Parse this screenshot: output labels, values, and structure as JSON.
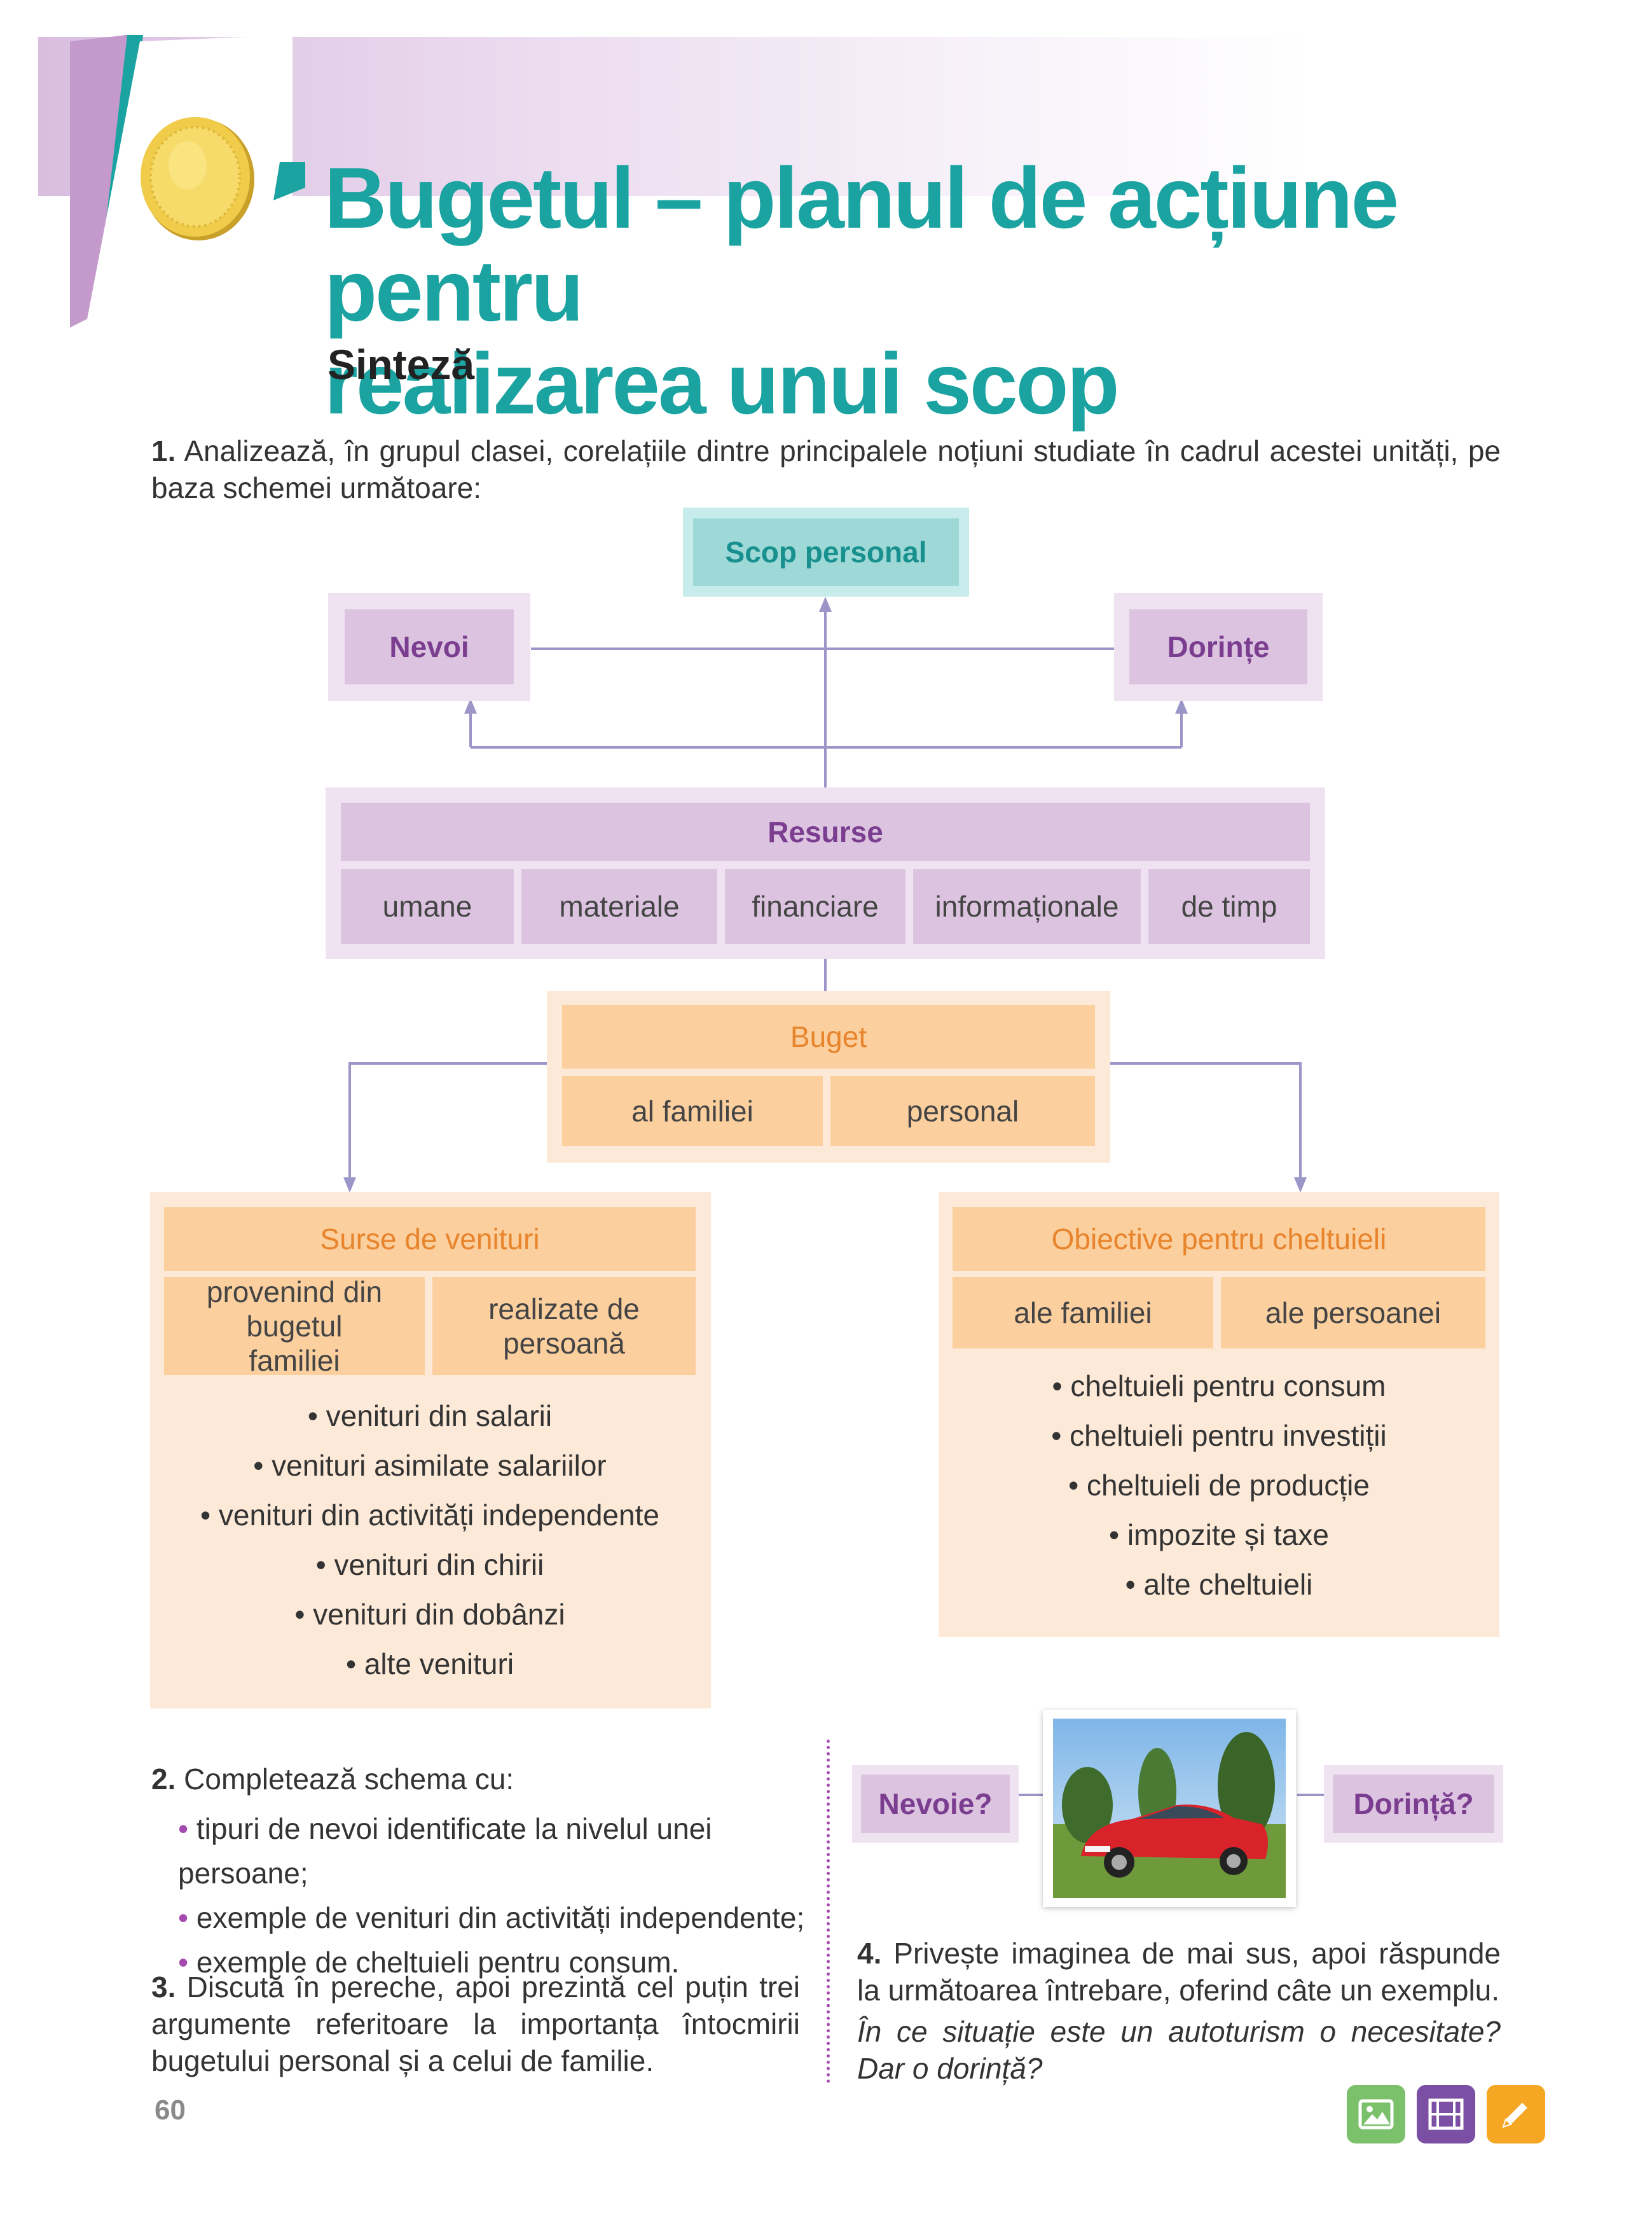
{
  "header": {
    "title_line1": "Bugetul – planul de acțiune pentru",
    "title_line2": "realizarea unui scop",
    "subtitle": "Sinteză"
  },
  "exercise1": {
    "number": "1.",
    "text": " Analizează, în grupul clasei, corelațiile dintre principalele noțiuni studiate în cadrul acestei unități, pe baza schemei următoare:"
  },
  "diagram": {
    "scop": "Scop personal",
    "nevoi": "Nevoi",
    "dorinte": "Dorințe",
    "resurse": {
      "title": "Resurse",
      "items": [
        "umane",
        "materiale",
        "financiare",
        "informaționale",
        "de timp"
      ]
    },
    "buget": {
      "title": "Buget",
      "items": [
        "al familiei",
        "personal"
      ]
    },
    "surse": {
      "title": "Surse de venituri",
      "col1": "provenind din bugetul familiei",
      "col2": "realizate de persoană",
      "list": [
        "• venituri din salarii",
        "• venituri asimilate salariilor",
        "• venituri din activități independente",
        "• venituri din chirii",
        "• venituri din dobânzi",
        "• alte venituri"
      ]
    },
    "obiective": {
      "title": "Obiective pentru cheltuieli",
      "col1": "ale familiei",
      "col2": "ale persoanei",
      "list": [
        "• cheltuieli pentru consum",
        "• cheltuieli pentru investiții",
        "• cheltuieli de producție",
        "• impozite și taxe",
        "• alte cheltuieli"
      ]
    }
  },
  "exercise2": {
    "number": "2.",
    "text": " Completează schema cu:",
    "items": [
      "tipuri de nevoi identificate la nivelul unei persoane;",
      "exemple de venituri din activități independente;",
      "exemple de cheltuieli pentru consum."
    ]
  },
  "exercise3": {
    "number": "3.",
    "text": " Discută în pereche, apoi prezintă cel puțin trei argumente referitoare la importanța întocmirii bugetului personal și a celui de familie."
  },
  "exercise4": {
    "nevoie": "Nevoie?",
    "dorinta": "Dorință?",
    "number": "4.",
    "text": " Privește imaginea de mai sus, apoi răspunde la următoarea întrebare, oferind câte un exemplu.",
    "question": "În ce situație este un autoturism o necesitate? Dar o dorință?"
  },
  "footer": {
    "page_number": "60"
  },
  "colors": {
    "teal": "#1aa3a0",
    "purple": "#7b3d90",
    "orange": "#e8842c",
    "arrow": "#9b95c8"
  }
}
